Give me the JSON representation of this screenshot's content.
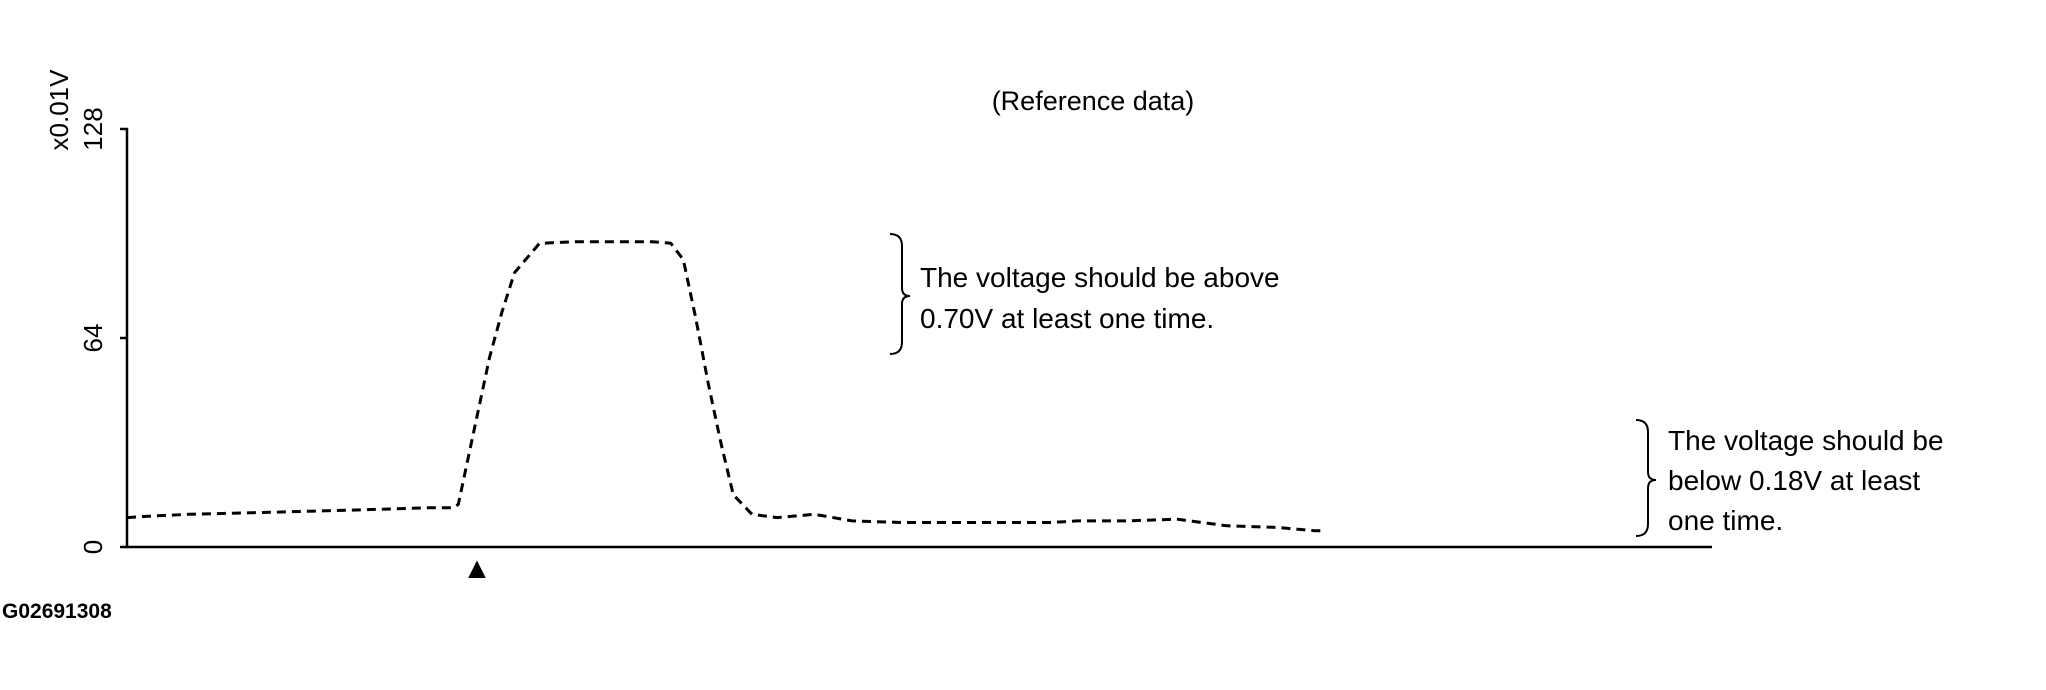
{
  "chart_data": {
    "type": "line",
    "title": "(Reference data)",
    "ylabel": "x0.01V",
    "xlabel": "",
    "ylim": [
      0,
      128
    ],
    "y_ticks": [
      {
        "value": 0,
        "label": "0"
      },
      {
        "value": 64,
        "label": "64"
      },
      {
        "value": 128,
        "label": "128"
      }
    ],
    "grid": false,
    "line_style": "dashed",
    "series": [
      {
        "x": [
          0,
          2,
          5,
          10,
          15,
          20,
          24,
          26,
          26.5,
          27,
          28,
          29,
          30,
          31,
          33,
          36,
          40,
          42,
          43.5,
          44.5,
          45.5,
          46.5,
          47.5,
          48.5,
          50,
          52,
          55,
          58,
          62,
          66,
          70,
          72,
          74,
          76,
          80,
          84,
          88,
          92,
          95,
          95.5
        ],
        "values": [
          9,
          9.5,
          10,
          10.5,
          11,
          11.5,
          12,
          12,
          13,
          22,
          40,
          58,
          72,
          84,
          93,
          93.5,
          93.5,
          93.5,
          93,
          88,
          70,
          50,
          32,
          16,
          10,
          9,
          10,
          8,
          7.5,
          7.5,
          7.5,
          7.5,
          7.5,
          8,
          8,
          8.5,
          6.5,
          6,
          5,
          5
        ]
      }
    ],
    "marker_label": "▲",
    "marker_x": 28,
    "annotations": [
      {
        "lines": [
          "The voltage should be above",
          "0.70V at least one time."
        ]
      },
      {
        "lines": [
          "The voltage should be",
          "below 0.18V at least",
          "one time."
        ]
      }
    ],
    "figure_id": "G02691308",
    "stroke_color": "#000000"
  }
}
